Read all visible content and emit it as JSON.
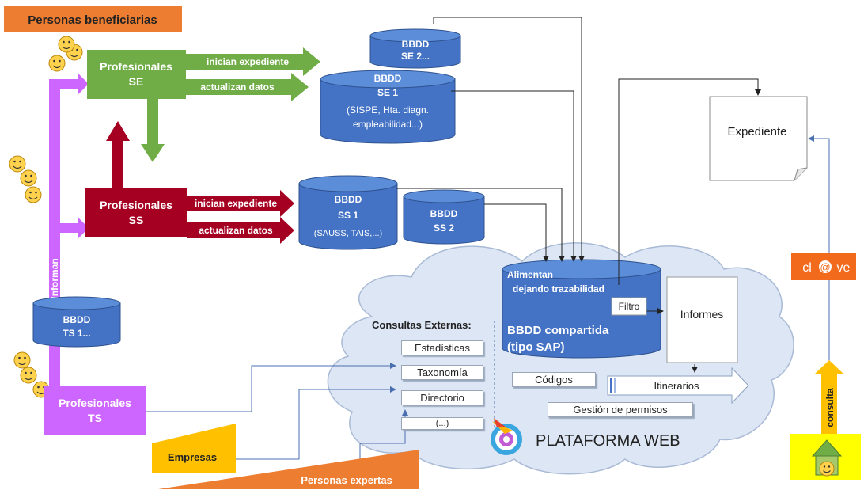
{
  "colors": {
    "se_green": "#70ad47",
    "ss_red": "#a50021",
    "ts_pink": "#cc66ff",
    "db_blue": "#4472c4",
    "db_top": "#5b8dd9",
    "cloud": "#dde6f4",
    "orange": "#ed7d31",
    "yellow": "#ffc000",
    "clave_orange": "#f26b1d"
  },
  "header": {
    "beneficiaries": "Personas beneficiarias"
  },
  "actors": {
    "se": {
      "line1": "Profesionales",
      "line2": "SE"
    },
    "ss": {
      "line1": "Profesionales",
      "line2": "SS"
    },
    "ts": {
      "line1": "Profesionales",
      "line2": "TS"
    },
    "informan": "Informan",
    "empresas": "Empresas",
    "expertas": "Personas expertas"
  },
  "actions": {
    "se_start": "inician expediente",
    "se_update": "actualizan datos",
    "ss_start": "inician expediente",
    "ss_update": "actualizan datos"
  },
  "databases": {
    "se2": {
      "line1": "BBDD",
      "line2": "SE 2..."
    },
    "se1": {
      "line1": "BBDD",
      "line2": "SE 1",
      "line3": "(SISPE, Hta. diagn.",
      "line4": "empleabilidad...)"
    },
    "ss1": {
      "line1": "BBDD",
      "line2": "SS 1",
      "line3": "(SAUSS, TAIS,...)"
    },
    "ss2": {
      "line1": "BBDD",
      "line2": "SS 2"
    },
    "ts1": {
      "line1": "BBDD",
      "line2": "TS 1..."
    },
    "shared": {
      "feed1": "Alimentan",
      "feed2": "dejando trazabilidad",
      "line1": "BBDD compartida",
      "line2": "(tipo SAP)"
    }
  },
  "platform": {
    "external_title": "Consultas Externas:",
    "external_items": [
      "Estadísticas",
      "Taxonomía",
      "Directorio",
      "(...)"
    ],
    "codes": "Códigos",
    "itineraries": "Itinerarios",
    "permissions": "Gestión de permisos",
    "filter": "Filtro",
    "reports": "Informes",
    "name": "PLATAFORMA WEB"
  },
  "expediente": "Expediente",
  "clave": {
    "left": "cl",
    "mid": "@",
    "right": "ve"
  },
  "consulta": "consulta"
}
